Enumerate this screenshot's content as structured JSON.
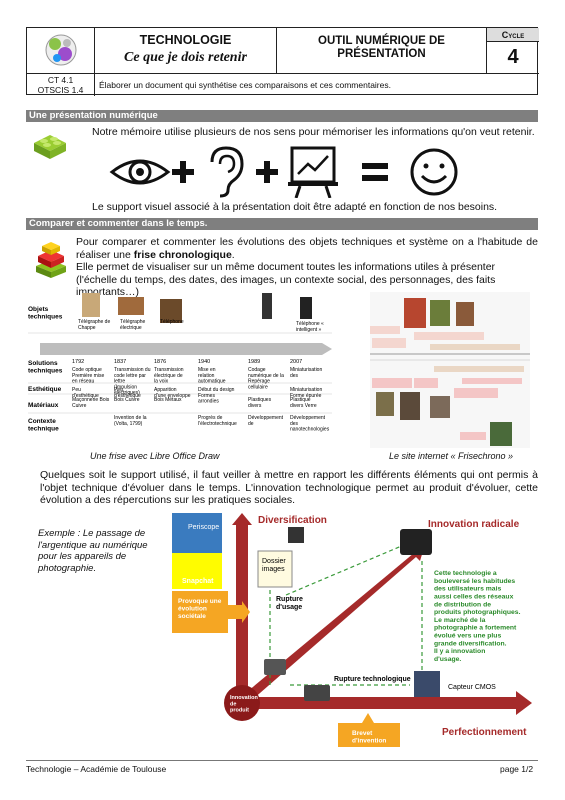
{
  "header": {
    "title": "TECHNOLOGIE",
    "subtitle": "Ce que je dois retenir",
    "tool_title": "OUTIL NUMÉRIQUE DE PRÉSENTATION",
    "cycle_label": "Cycle",
    "cycle_number": "4",
    "competence_1": "CT 4.1",
    "competence_2": "OTSCIS 1.4",
    "objective": "Élaborer un document qui synthétise ces comparaisons et ces commentaires."
  },
  "section1": {
    "title": "Une présentation numérique",
    "intro": "Notre mémoire utilise plusieurs de nos sens pour mémoriser les informations qu'on veut retenir.",
    "conclusion": "Le support visuel associé à la présentation doit être adapté en fonction de nos besoins."
  },
  "section2": {
    "title": "Comparer et commenter dans le temps.",
    "line1": "Pour comparer et commenter les évolutions des objets techniques et système on a l'habitude de réaliser une ",
    "line1_bold": "frise chronologique",
    "line1_end": ".",
    "line2": "Elle permet de visualiser sur un même document toutes les informations utiles à présenter (l'échelle du temps, des dates, des images, un contexte social, des personnages, des faits importants…)",
    "caption_left": "Une frise avec Libre Office Draw",
    "caption_right": "Le site internet « Frisechrono »",
    "paragraph": "Quelques soit le support utilisé, il faut veiller à mettre en rapport les différents éléments qui ont permis à l'objet technique d'évoluer dans le temps. L'innovation technologique permet au produit d'évoluer, cette évolution a des répercutions sur les pratiques sociales."
  },
  "frise": {
    "row_objets": "Objets techniques",
    "row_solutions": "Solutions techniques",
    "row_esthetique": "Esthétique",
    "row_materiaux": "Matériaux",
    "row_contexte": "Contexte technique",
    "objects": [
      "Télégraphe de Chappe",
      "Télégraphe électrique",
      "Téléphone",
      "Téléphone « intelligent »"
    ],
    "years": [
      "1792",
      "1837",
      "1876",
      "1940",
      "1989",
      "2007"
    ],
    "solutions": [
      "Code optique Première mise en réseau",
      "Transmission du code lettre par lettre (Impulsion électriques)",
      "Transmission électrique de la voix",
      "Mise en relation automatique",
      "Codage numérique de la Repérage cellulaire",
      "Miniaturisation des"
    ],
    "esthetique": [
      "Peu d'esthétique",
      "Peu d'esthétique",
      "Apparition d'une enveloppe",
      "Début du design Formes arrondies",
      "",
      "Miniaturisation Forme épurée"
    ],
    "materiaux": [
      "Maçonnerie Bois Cuivre",
      "Bois Cuivre",
      "Bois Métaux",
      "",
      "Plastiques divers",
      "Plastique divers Verre"
    ],
    "contexte": [
      "",
      "Invention de la (Volta, 1799)",
      "",
      "Progrès de l'électrotechnique",
      "Développement de",
      "Développement des nanotechnologies"
    ]
  },
  "example": {
    "text": "Exemple : Le passage de l'argentique au numérique pour les appareils de photographie.",
    "diversification": "Diversification",
    "innovation_radicale": "Innovation radicale",
    "perfectionnement": "Perfectionnement",
    "innovation_produit": "Innovation de produit",
    "brevet": "Brevet d'invention",
    "rupture_usage": "Rupture d'usage",
    "rupture_techno": "Rupture technologique",
    "capteur": "Capteur CMOS",
    "dossier": "Dossier images",
    "provoque": "Provoque une évolution sociétale",
    "periscope": "Periscope",
    "snapchat": "Snapchat",
    "commentaire": "Cette technologie a bouleversé les habitudes des utilisateurs mais aussi celles des réseaux de distribution de produits photographiques. Le marché de la photographie a fortement évolué vers une plus grande diversification. Il y a innovation d'usage."
  },
  "footer": {
    "left": "Technologie – Académie de Toulouse",
    "right": "page 1/2"
  },
  "colors": {
    "section_bar": "#7f7f7f",
    "red_arrow": "#a52a2a",
    "orange_box": "#f5a623",
    "green_dash": "#3a9a3a"
  }
}
